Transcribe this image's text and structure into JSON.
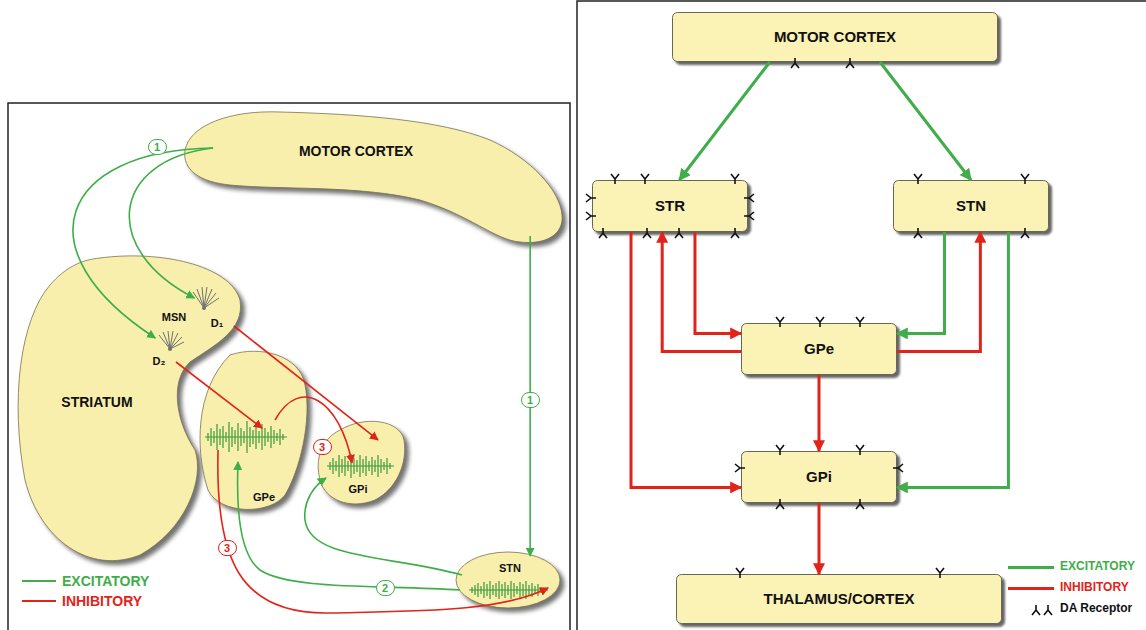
{
  "diagram": {
    "nodes": [
      {
        "text": [
          "MOTOR CORTEX"
        ]
      },
      {
        "text": [
          "STRIATUM"
        ]
      },
      {
        "text": [
          "GPe"
        ]
      },
      {
        "text": [
          "GPi"
        ]
      },
      {
        "text": [
          "STN"
        ]
      },
      {
        "text": [
          "MOTOR CORTEX"
        ]
      },
      {
        "text": [
          "STR"
        ]
      },
      {
        "text": [
          "STN"
        ]
      },
      {
        "text": [
          "GPe"
        ]
      },
      {
        "text": [
          "GPi"
        ]
      },
      {
        "text": [
          "THALAMUS/CORTEX"
        ]
      }
    ],
    "edges": [
      {
        "from": 0,
        "to": 1,
        "arrow": "to",
        "label": "1"
      },
      {
        "from": 0,
        "to": 4,
        "arrow": "to",
        "label": "1"
      },
      {
        "from": 1,
        "to": 2,
        "arrow": "to"
      },
      {
        "from": 1,
        "to": 3,
        "arrow": "to"
      },
      {
        "from": 2,
        "to": 3,
        "arrow": "to",
        "label": "3"
      },
      {
        "from": 2,
        "to": 4,
        "arrow": "to",
        "label": "3"
      },
      {
        "from": 4,
        "to": 2,
        "arrow": "to",
        "label": "2"
      },
      {
        "from": 4,
        "to": 3,
        "arrow": "to"
      },
      {
        "from": 5,
        "to": 6,
        "arrow": "to"
      },
      {
        "from": 5,
        "to": 7,
        "arrow": "to"
      },
      {
        "from": 6,
        "to": 8,
        "arrow": "to"
      },
      {
        "from": 8,
        "to": 6,
        "arrow": "to"
      },
      {
        "from": 6,
        "to": 9,
        "arrow": "to"
      },
      {
        "from": 7,
        "to": 8,
        "arrow": "to"
      },
      {
        "from": 8,
        "to": 7,
        "arrow": "to"
      },
      {
        "from": 7,
        "to": 9,
        "arrow": "to"
      },
      {
        "from": 8,
        "to": 9,
        "arrow": "to"
      },
      {
        "from": 9,
        "to": 10,
        "arrow": "to"
      }
    ],
    "labels": [
      "MSN",
      "D₁",
      "D₂"
    ],
    "legend": [
      {
        "text": "EXCITATORY",
        "color": "#3fae49"
      },
      {
        "text": "INHIBITORY",
        "color": "#e2231a"
      },
      {
        "text": "EXCITATORY",
        "color": "#3fae49"
      },
      {
        "text": "INHIBITORY",
        "color": "#e2231a"
      },
      {
        "text": "DA Receptor"
      }
    ]
  }
}
